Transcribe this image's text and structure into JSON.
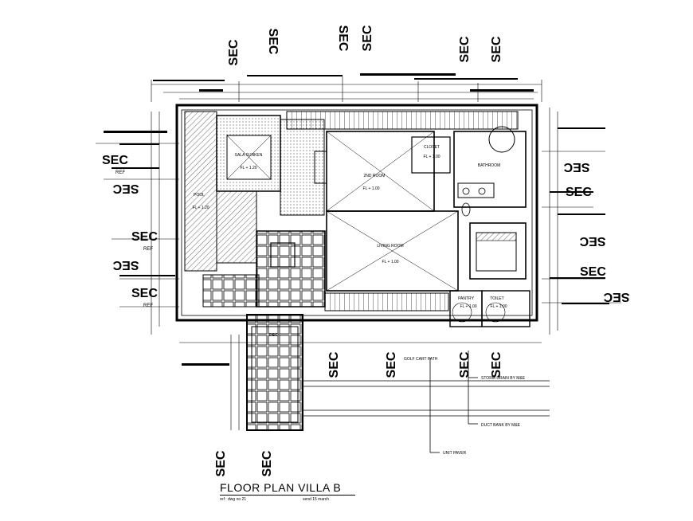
{
  "drawing": {
    "title": "FLOOR PLAN VILLA  B",
    "ref_note": "ref : dwg no 21",
    "issue_note": "send 15 march"
  },
  "rooms": {
    "sala_sunken": "SALA\nSUNKEN",
    "sala_level": "FL + 1.20",
    "pool": "POOL",
    "pool_level": "FL + 1.20",
    "bedroom": "2ND ROOM",
    "bedroom_level": "FL + 1.00",
    "closet": "CLOSET",
    "closet_level": "FL + 1.00",
    "bathroom": "BATHROOM",
    "living_room": "LIVING ROOM",
    "living_level": "FL + 1.00",
    "pantry": "PANTRY",
    "pantry_level": "FL + 1.00",
    "toilet": "TOILET",
    "toilet_level": "FL + 1.00",
    "deck": "DECK"
  },
  "annotations": {
    "golf_cart_path": "GOLF CART PATH",
    "storm_drain": "STORM DRAIN BY M&E",
    "duct_bank": "DUCT BANK BY M&E",
    "unit_paver": "UNIT PAVER"
  },
  "section_tag": {
    "text": "SEC",
    "ref": "REF"
  }
}
